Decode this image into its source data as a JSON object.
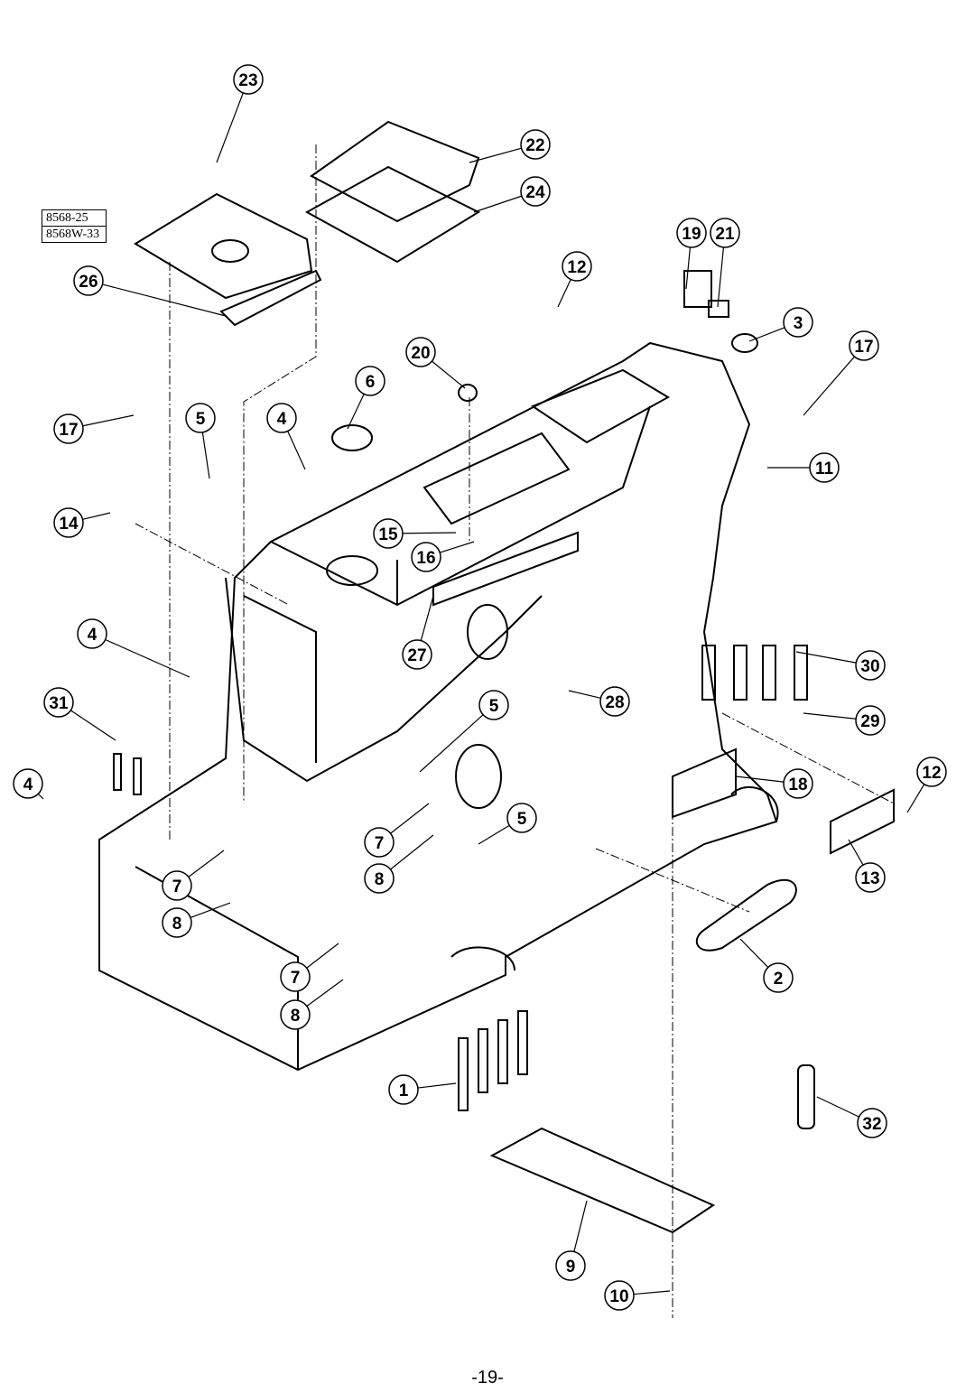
{
  "page_number": "-19-",
  "model_box": {
    "rows": [
      {
        "model": "8568-",
        "part": "25"
      },
      {
        "model": "8568W-",
        "part": "33"
      }
    ]
  },
  "callouts": [
    "23",
    "22",
    "24",
    "19",
    "21",
    "12",
    "26",
    "3",
    "17",
    "20",
    "6",
    "17",
    "5",
    "4",
    "11",
    "14",
    "15",
    "16",
    "4",
    "27",
    "30",
    "31",
    "5",
    "28",
    "29",
    "12",
    "4",
    "18",
    "5",
    "7",
    "7",
    "8",
    "13",
    "8",
    "7",
    "2",
    "8",
    "1",
    "32",
    "9",
    "10"
  ]
}
